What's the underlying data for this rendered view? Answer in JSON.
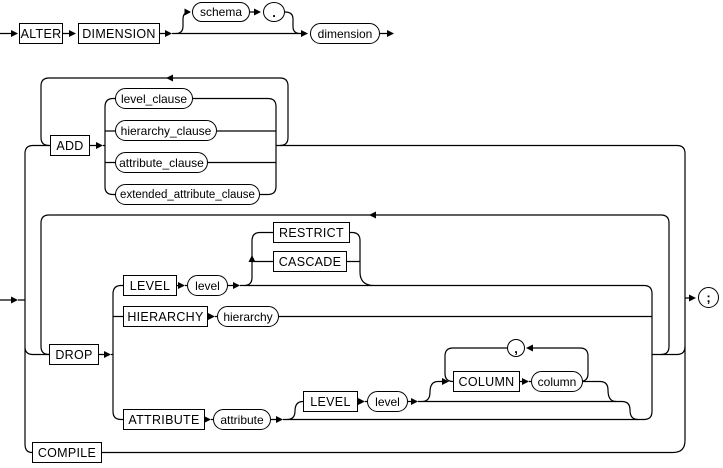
{
  "colors": {
    "line": "#000000",
    "background": "#ffffff"
  },
  "nodes": {
    "alter": "ALTER",
    "dimension_kw": "DIMENSION",
    "schema": "schema",
    "period": ".",
    "dimension_var": "dimension",
    "add": "ADD",
    "level_clause": "level_clause",
    "hierarchy_clause": "hierarchy_clause",
    "attribute_clause": "attribute_clause",
    "extended_attribute_clause": "extended_attribute_clause",
    "drop": "DROP",
    "level_kw1": "LEVEL",
    "level_var1": "level",
    "restrict": "RESTRICT",
    "cascade": "CASCADE",
    "hierarchy_kw": "HIERARCHY",
    "hierarchy_var": "hierarchy",
    "attribute_kw": "ATTRIBUTE",
    "attribute_var": "attribute",
    "level_kw2": "LEVEL",
    "level_var2": "level",
    "column_kw": "COLUMN",
    "column_var": "column",
    "compile": "COMPILE",
    "comma": ",",
    "semicolon": ";"
  }
}
